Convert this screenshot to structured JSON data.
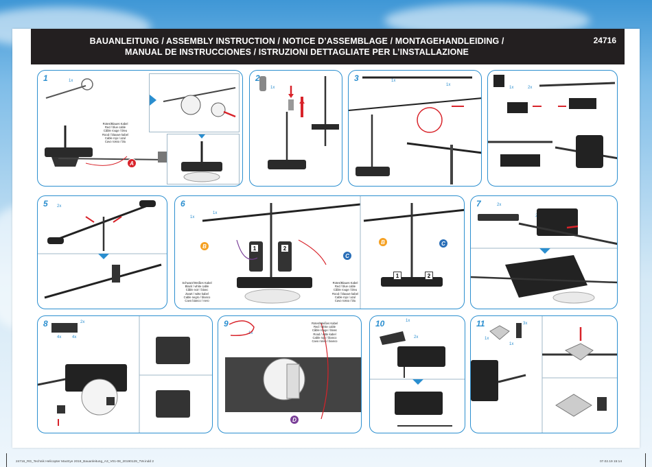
{
  "header": {
    "line1": "BAUANLEITUNG / ASSEMBLY INSTRUCTION / NOTICE D’ASSEMBLAGE / MONTAGEHANDLEIDING /",
    "line2": "MANUAL DE INSTRUCCIONES / ISTRUZIONI DETTAGLIATE PER L’INSTALLAZIONE",
    "item_number": "24716"
  },
  "steps": [
    {
      "num": "1",
      "qty": "1x"
    },
    {
      "num": "2",
      "qty": "1x"
    },
    {
      "num": "3",
      "qty_a": "1x",
      "qty_b": "1x"
    },
    {
      "num": "4",
      "qty_a": "1x",
      "qty_b": "2x"
    },
    {
      "num": "5",
      "qty": "2x"
    },
    {
      "num": "6",
      "qty_a": "1x",
      "qty_b": "1x"
    },
    {
      "num": "7",
      "qty_a": "2x",
      "qty_b": "2x"
    },
    {
      "num": "8",
      "qty_a": "2x",
      "qty_b": "4x",
      "qty_c": "4x"
    },
    {
      "num": "9",
      "qty": "1x"
    },
    {
      "num": "10",
      "qty_a": "1x",
      "qty_b": "2x"
    },
    {
      "num": "11",
      "qty_a": "3x",
      "qty_b": "1x",
      "qty_c": "1x"
    }
  ],
  "labels": {
    "a": "A",
    "b": "B",
    "c": "C",
    "d": "D",
    "one": "1",
    "two": "2"
  },
  "cable_notes": {
    "red_blue": [
      "Rotes/Blaues Kabel",
      "Red / blue cable",
      "Câble rouge / bleu",
      "Rood / blauwe kabel",
      "Cable rojo / azul",
      "Cavo rosso / blu"
    ],
    "black_white": [
      "Schwarz/Weißes Kabel",
      "Black / white cable",
      "Câble noir / blanc",
      "Zwart / witte kabel",
      "Cable negro / blanco",
      "Cavo bianco / nero"
    ],
    "red_blue_6": [
      "Rotes/Blaues Kabel",
      "Red / blue cable",
      "Câble rouge / bleu",
      "Rood / blauwe kabel",
      "Cable rojo / azul",
      "Cavo rosso / blu"
    ],
    "red_white": [
      "Rotes/Weißes Kabel",
      "Red / white cable",
      "Câble rouge / blanc",
      "Rood / witte kabel",
      "Cable rojo / blanco",
      "Cavo rosso / bianco"
    ]
  },
  "footer": {
    "left": "24716_RD_Technik Helicopter MacEye 2019_Bauanleitung_A3_V01-08_20190129_TW.indd   2",
    "right": "07.02.19   15:14"
  },
  "colors": {
    "accent": "#2a8ecf",
    "arrow": "#d8232a",
    "label_a": "#d8232a",
    "label_b": "#f5a021",
    "label_c": "#2a6fb8",
    "label_d": "#7a3f98"
  }
}
